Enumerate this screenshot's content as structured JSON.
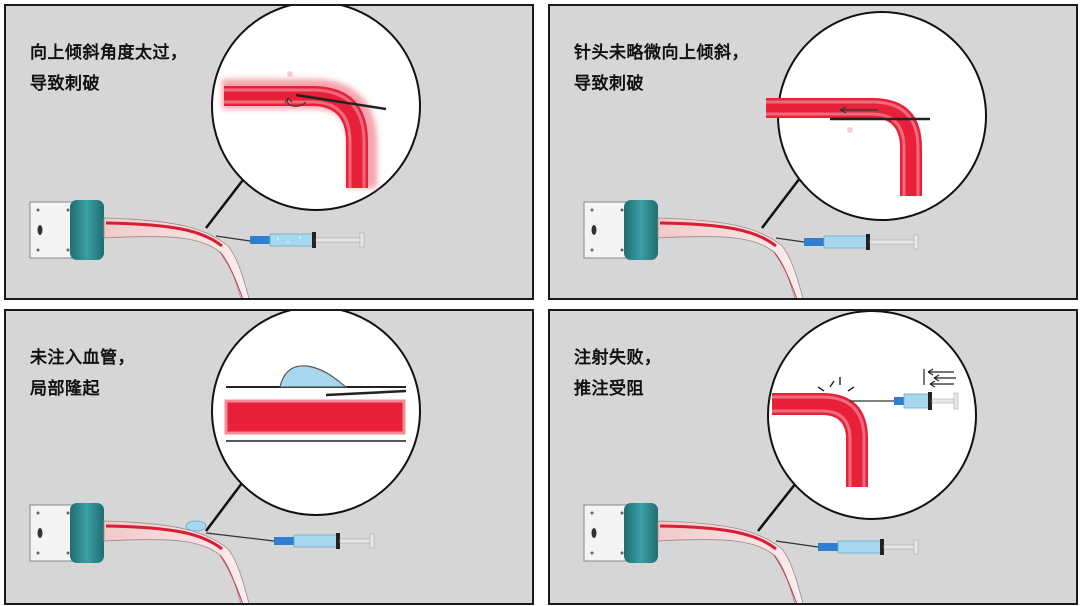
{
  "panels": [
    {
      "id": "top-left",
      "caption": [
        "向上倾斜角度太过，",
        "导致刺破"
      ]
    },
    {
      "id": "top-right",
      "caption": [
        "针头未略微向上倾斜，",
        "导致刺破"
      ]
    },
    {
      "id": "bottom-left",
      "caption": [
        "未注入血管，",
        "局部隆起"
      ]
    },
    {
      "id": "bottom-right",
      "caption": [
        "注射失败，",
        "推注受阻"
      ]
    }
  ],
  "colors": {
    "panel_bg": "#d6d6d6",
    "border": "#1a1a1a",
    "vein": "#e8203a",
    "tube_cap": "#2d8a8e",
    "syringe_blue": "#2f7fd0",
    "fluid": "#a8d8f0"
  }
}
